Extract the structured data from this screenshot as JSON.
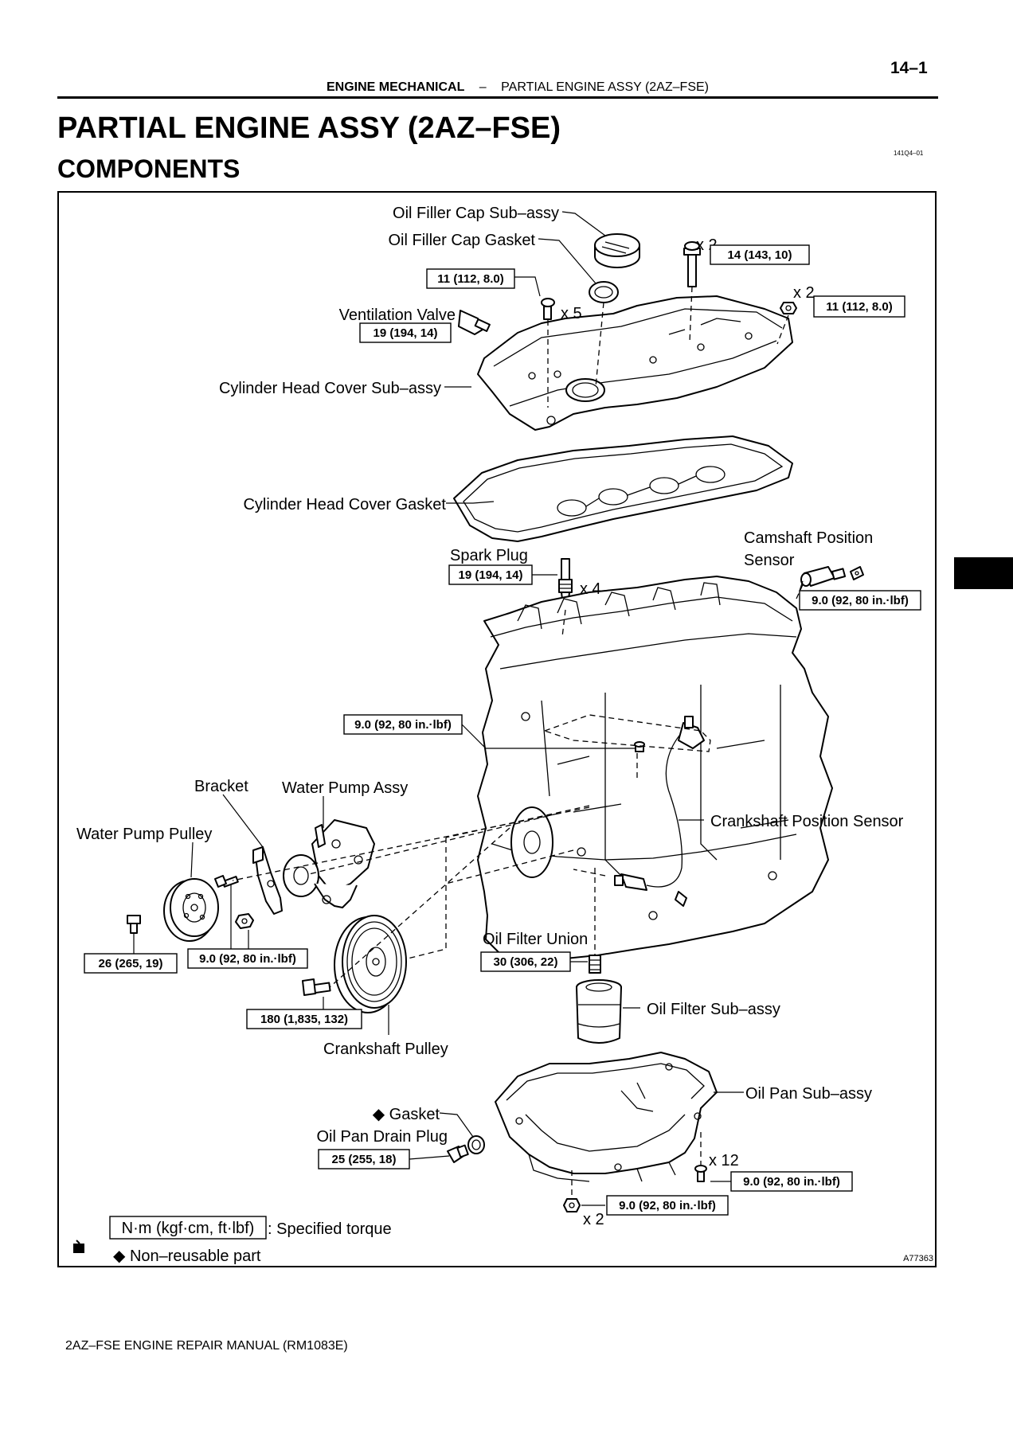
{
  "header": {
    "page_number": "14–1",
    "section": "ENGINE MECHANICAL",
    "separator": "–",
    "subsection": "PARTIAL ENGINE ASSY (2AZ–FSE)"
  },
  "title": "PARTIAL ENGINE ASSY (2AZ–FSE)",
  "subtitle": "COMPONENTS",
  "ref_code": "141Q4–01",
  "figure_code": "A77363",
  "parts": {
    "oil_filler_cap": "Oil Filler Cap Sub–assy",
    "oil_filler_cap_gasket": "Oil Filler Cap Gasket",
    "ventilation_valve": "Ventilation Valve",
    "cylinder_head_cover": "Cylinder Head Cover Sub–assy",
    "cylinder_head_cover_gasket": "Cylinder Head Cover Gasket",
    "spark_plug": "Spark Plug",
    "camshaft_sensor_1": "Camshaft Position",
    "camshaft_sensor_2": "Sensor",
    "bracket": "Bracket",
    "water_pump_assy": "Water Pump Assy",
    "water_pump_pulley": "Water Pump Pulley",
    "crankshaft_sensor": "Crankshaft Position Sensor",
    "oil_filter_union": "Oil Filter Union",
    "oil_filter": "Oil Filter Sub–assy",
    "crankshaft_pulley": "Crankshaft Pulley",
    "oil_pan": "Oil Pan Sub–assy",
    "gasket": "◆ Gasket",
    "oil_pan_drain_plug": "Oil Pan Drain Plug"
  },
  "quantities": {
    "cover_bolt_x2": "x 2",
    "cover_bolt_x5": "x 5",
    "cover_nut_x2": "x 2",
    "spark_plug_x4": "x 4",
    "oil_pan_bolt_x12": "x 12",
    "oil_pan_nut_x2": "x 2"
  },
  "torques": {
    "cover_bolt_top": "14 (143, 10)",
    "cover_bolt_left": "11 (112, 8.0)",
    "cover_nut_right": "11 (112, 8.0)",
    "ventilation_valve": "19 (194, 14)",
    "spark_plug": "19 (194, 14)",
    "camshaft_sensor": "9.0 (92, 80 in.·lbf)",
    "crankshaft_sensor": "9.0 (92, 80 in.·lbf)",
    "water_pump_pulley": "26 (265, 19)",
    "water_pump": "9.0 (92, 80 in.·lbf)",
    "crankshaft_pulley": "180 (1,835, 132)",
    "oil_filter_union": "30 (306, 22)",
    "oil_pan_drain_plug": "25 (255, 18)",
    "oil_pan_bolt": "9.0 (92, 80 in.·lbf)",
    "oil_pan_nut": "9.0 (92, 80 in.·lbf)"
  },
  "legend": {
    "torque_unit": "N·m (kgf·cm, ft·lbf)",
    "torque_text": ": Specified torque",
    "non_reusable": "◆ Non–reusable part"
  },
  "footer": "2AZ–FSE ENGINE REPAIR MANUAL   (RM1083E)"
}
